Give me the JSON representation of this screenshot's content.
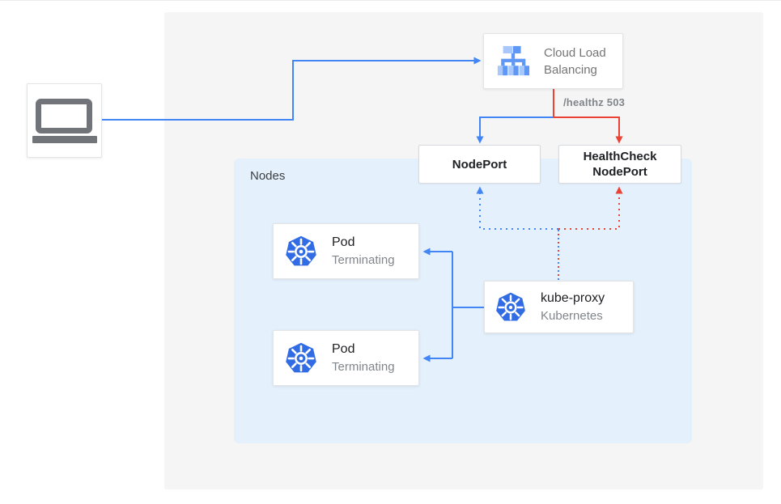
{
  "colors": {
    "blue": "#4285F4",
    "red": "#EA4335",
    "k8s_blue": "#326CE5",
    "panel_bg": "#F5F5F5",
    "nodes_bg": "#E4F0FC",
    "text_dark": "#202124",
    "text_gray": "#80868B",
    "laptop_gray": "#71757A",
    "lb_light": "#A8C7FA",
    "lb_dark": "#5E97F6"
  },
  "client": {
    "icon": "laptop-icon"
  },
  "load_balancer": {
    "title": "Cloud Load Balancing",
    "icon": "cloud-load-balancing-icon"
  },
  "edges": {
    "healthz_label": "/healthz 503"
  },
  "ports": {
    "nodeport": "NodePort",
    "healthcheck_nodeport": "HealthCheck NodePort"
  },
  "nodes_panel": {
    "label": "Nodes"
  },
  "pods": [
    {
      "title": "Pod",
      "status": "Terminating",
      "icon": "kubernetes-icon"
    },
    {
      "title": "Pod",
      "status": "Terminating",
      "icon": "kubernetes-icon"
    }
  ],
  "kube_proxy": {
    "title": "kube-proxy",
    "subtitle": "Kubernetes",
    "icon": "kubernetes-icon"
  }
}
